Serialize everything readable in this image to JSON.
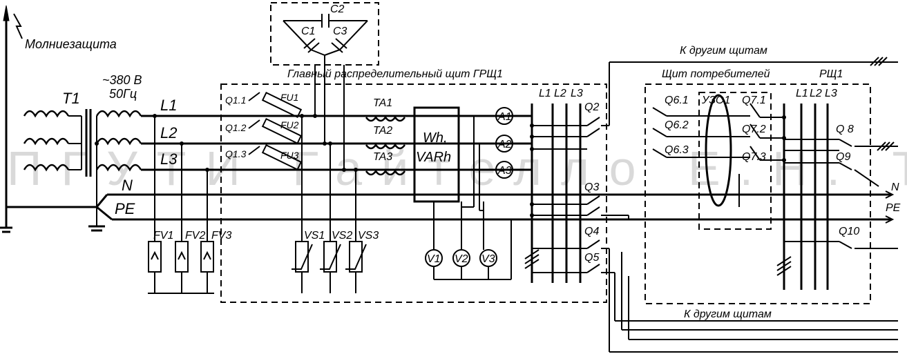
{
  "labels": {
    "lightning": "Молниезащита",
    "t1": "T1",
    "voltage": "~380 В",
    "freq": "50Гц",
    "l1": "L1",
    "l2": "L2",
    "l3": "L3",
    "n": "N",
    "pe": "PE",
    "c1": "C1",
    "c2": "C2",
    "c3": "C3",
    "grsh_title": "Главный распределительный щит  ГРЩ1",
    "q11": "Q1.1",
    "q12": "Q1.2",
    "q13": "Q1.3",
    "fu1": "FU1",
    "fu2": "FU2",
    "fu3": "FU3",
    "ta1": "TA1",
    "ta2": "TA2",
    "ta3": "TA3",
    "meter": "Wh,",
    "meter2": "VARh",
    "a1": "A1",
    "a2": "A2",
    "a3": "A3",
    "v1": "V1",
    "v2": "V2",
    "v3": "V3",
    "fv1": "FV1",
    "fv2": "FV2",
    "fv3": "FV3",
    "vs1": "VS1",
    "vs2": "VS2",
    "vs3": "VS3",
    "bus_l1": "L1",
    "bus_l2": "L2",
    "bus_l3": "L3",
    "q2": "Q2",
    "q3": "Q3",
    "q4": "Q4",
    "q5": "Q5",
    "to_others_top": "К другим щитам",
    "to_others_bottom": "К другим щитам",
    "consumer_panel": "Щит потребителей",
    "rsh1": "РЩ1",
    "q61": "Q6.1",
    "q62": "Q6.2",
    "q63": "Q6.3",
    "uzo": "УЗО1",
    "q71": "Q7.1",
    "q72": "Q7.2",
    "q73": "Q7.3",
    "rbus_l1": "L1",
    "rbus_l2": "L2",
    "rbus_l3": "L3",
    "q8": "Q 8",
    "q9": "Q9",
    "q10": "Q10",
    "out_n": "N",
    "out_pe": "PE",
    "watermark": "ПГУТИ Гайтелло Е.Н. Тэлуз"
  }
}
